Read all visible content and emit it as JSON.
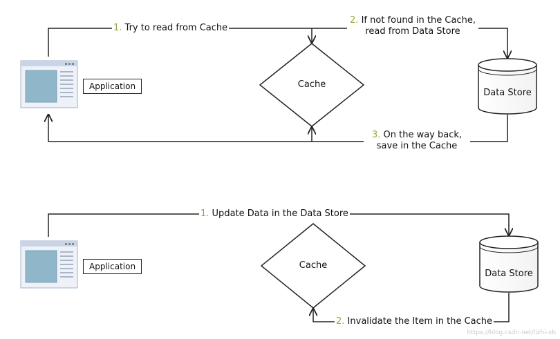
{
  "top": {
    "app_label": "Application",
    "cache_label": "Cache",
    "store_label": "Data Store",
    "step1_num": "1.",
    "step1_text": "Try to read from Cache",
    "step2_num": "2.",
    "step2_line1": "If not found in the Cache,",
    "step2_line2": "read from Data Store",
    "step3_num": "3.",
    "step3_line1": "On the way back,",
    "step3_line2": "save in the Cache"
  },
  "bottom": {
    "app_label": "Application",
    "cache_label": "Cache",
    "store_label": "Data Store",
    "step1_num": "1.",
    "step1_text": "Update Data in the Data Store",
    "step2_num": "2.",
    "step2_text": "Invalidate the Item in the Cache"
  },
  "colors": {
    "line": "#222222",
    "step_number": "#9aa63a",
    "window_frame": "#b8c6dc",
    "window_pane": "#8fb6c9"
  },
  "watermark": "https://blog.csdn.net/lizhi-xb"
}
